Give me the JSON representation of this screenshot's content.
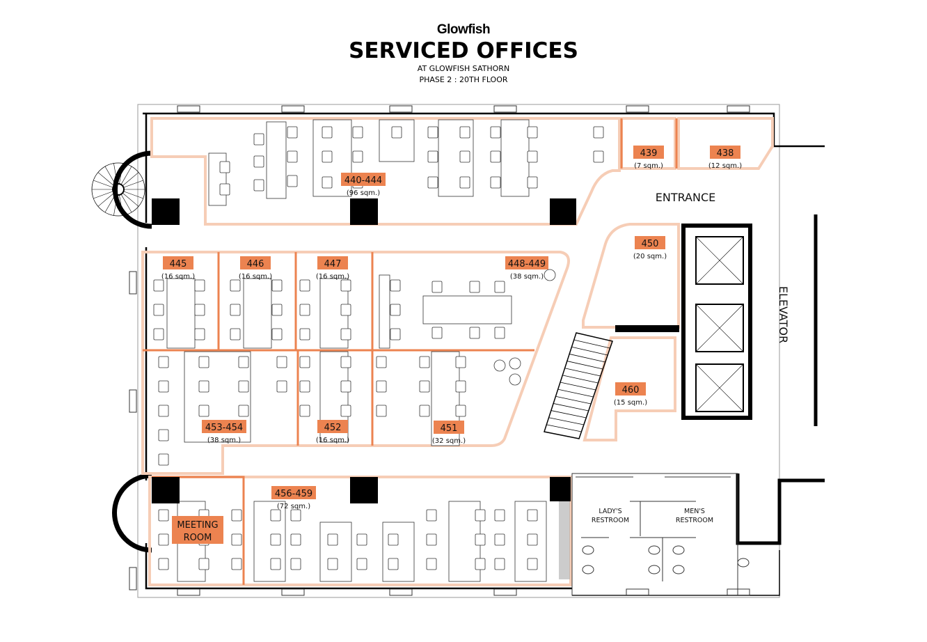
{
  "header": {
    "brand": "Glowfish",
    "title": "SERVICED OFFICES",
    "subtitle_1": "AT GLOWFISH SATHORN",
    "subtitle_2": "PHASE 2 : 20TH FLOOR"
  },
  "colors": {
    "accent": "#EC8350",
    "room_outline": "#F6CDB6",
    "wall": "#000000"
  },
  "rooms": {
    "r440": {
      "number": "440-444",
      "area": "(96 sqm.)"
    },
    "r439": {
      "number": "439",
      "area": "(7 sqm.)"
    },
    "r438": {
      "number": "438",
      "area": "(12 sqm.)"
    },
    "r450": {
      "number": "450",
      "area": "(20 sqm.)"
    },
    "r445": {
      "number": "445",
      "area": "(16 sqm.)"
    },
    "r446": {
      "number": "446",
      "area": "(16 sqm.)"
    },
    "r447": {
      "number": "447",
      "area": "(16 sqm.)"
    },
    "r448": {
      "number": "448-449",
      "area": "(38 sqm.)"
    },
    "r453": {
      "number": "453-454",
      "area": "(38 sqm.)"
    },
    "r452": {
      "number": "452",
      "area": "(16 sqm.)"
    },
    "r451": {
      "number": "451",
      "area": "(32 sqm.)"
    },
    "r460": {
      "number": "460",
      "area": "(15 sqm.)"
    },
    "r456": {
      "number": "456-459",
      "area": "(72 sqm.)"
    },
    "meeting": {
      "line1": "MEETING",
      "line2": "ROOM"
    }
  },
  "areas": {
    "entrance": "ENTRANCE",
    "elevator": "ELEVATOR",
    "lady_line1": "LADY'S",
    "lady_line2": "RESTROOM",
    "men_line1": "MEN'S",
    "men_line2": "RESTROOM"
  }
}
